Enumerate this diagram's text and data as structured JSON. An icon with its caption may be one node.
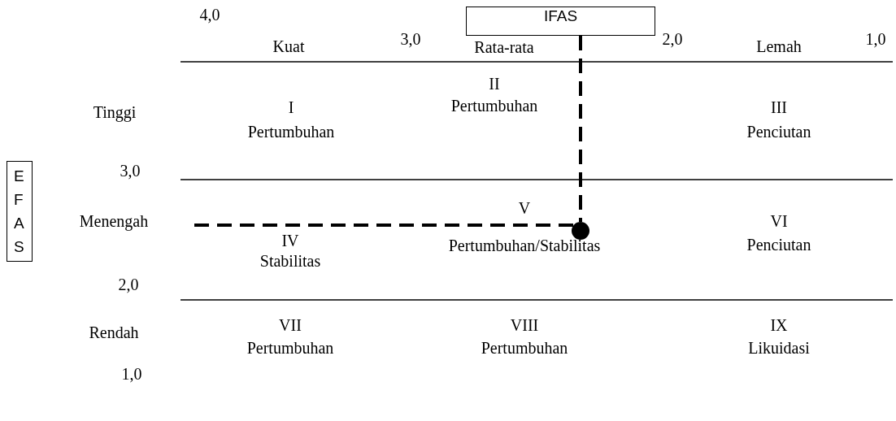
{
  "diagram": {
    "nodes": [
      {
        "text": [
          "IFAS"
        ]
      },
      {
        "text": [
          "EFAS"
        ]
      },
      {
        "text": [],
        "shape": "circle"
      }
    ],
    "edges": [
      {
        "from": 0,
        "to": 2,
        "arrow": "none",
        "style": "dashed"
      },
      {
        "from": 2,
        "to": null,
        "arrow": "none",
        "style": "dashed"
      }
    ],
    "labels": [
      "4,0",
      "Kuat",
      "3,0",
      "Rata-rata",
      "2,0",
      "Lemah",
      "1,0",
      "II",
      "Pertumbuhan",
      "Tinggi",
      "I",
      "Pertumbuhan",
      "III",
      "Penciutan",
      "3,0",
      "Menengah",
      "V",
      "IV",
      "VI",
      "Pertumbuhan/Stabilitas",
      "Stabilitas",
      "Penciutan",
      "2,0",
      "Rendah",
      "VII",
      "VIII",
      "IX",
      "Pertumbuhan",
      "Pertumbuhan",
      "Likuidasi",
      "1,0"
    ]
  }
}
